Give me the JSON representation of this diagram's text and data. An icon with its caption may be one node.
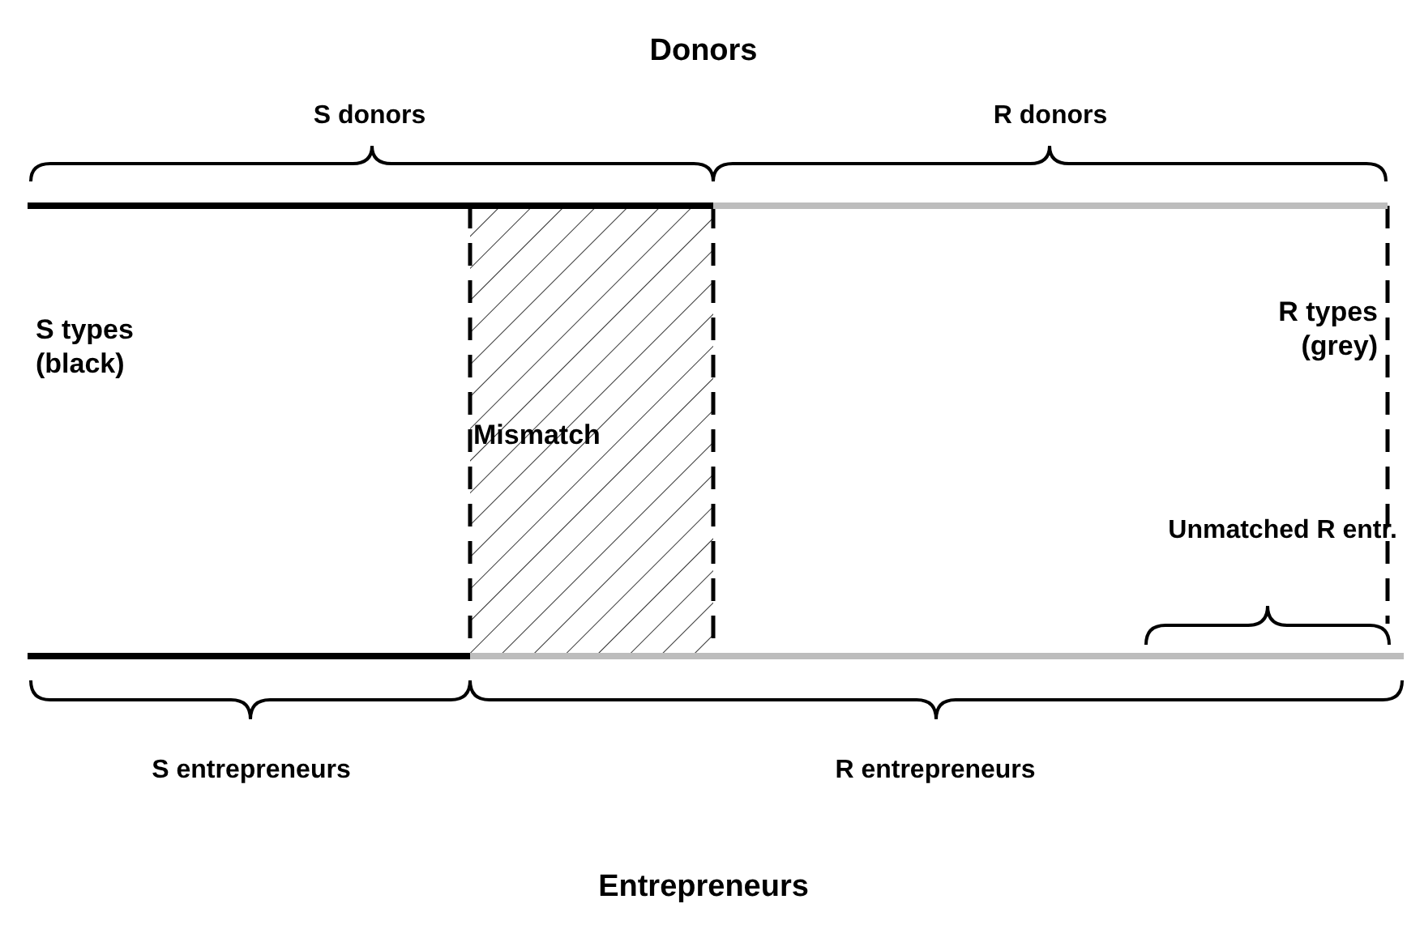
{
  "diagram": {
    "labels": [
      "Donors",
      "S donors",
      "R donors",
      "S types (black)",
      "R types (grey)",
      "Mismatch",
      "Unmatched R entr.",
      "S entrepreneurs",
      "R entrepreneurs",
      "Entrepreneurs"
    ]
  }
}
